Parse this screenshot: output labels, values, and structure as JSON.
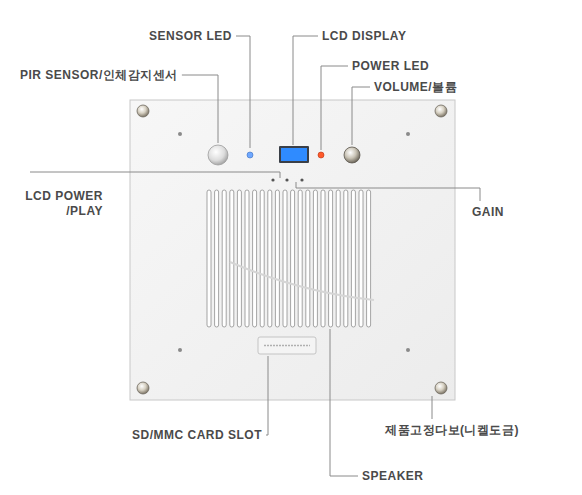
{
  "diagram": {
    "labels": [
      "SENSOR LED",
      "LCD DISPLAY",
      "PIR SENSOR/인체감지센서",
      "POWER LED",
      "VOLUME/볼륨",
      "LCD POWER /PLAY",
      "GAIN",
      "SD/MMC CARD SLOT",
      "제품고정다보(니켈도금)",
      "SPEAKER"
    ]
  }
}
